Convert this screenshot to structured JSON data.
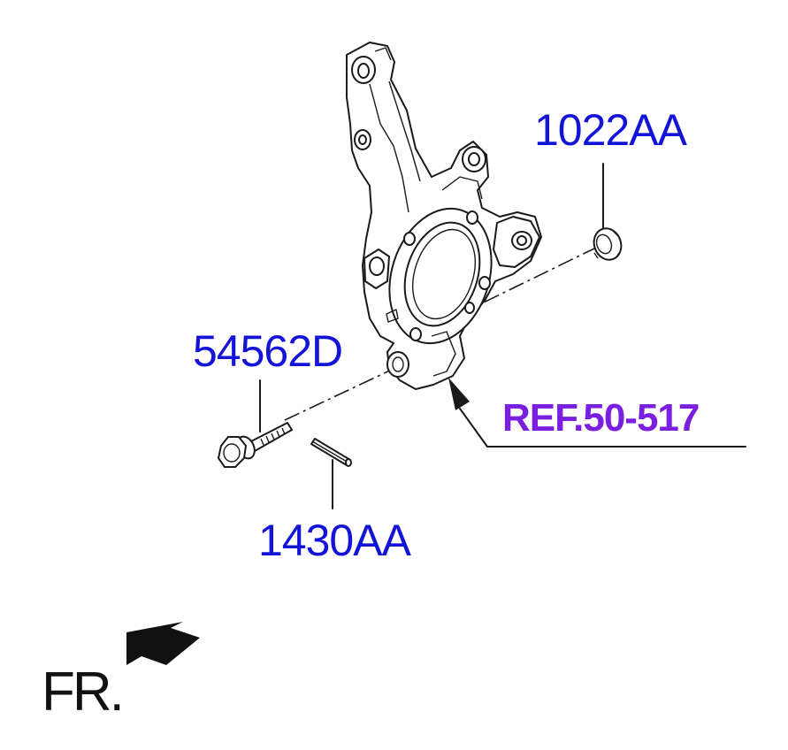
{
  "parts": {
    "p1022": {
      "code": "1022AA"
    },
    "p54562": {
      "code": "54562D"
    },
    "p1430": {
      "code": "1430AA"
    }
  },
  "reference": {
    "code": "REF.50-517"
  },
  "direction": {
    "label": "FR.",
    "icon": "arrow-front-left-icon"
  },
  "colors": {
    "part_label": "#1414d8",
    "ref_label": "#7a1ee0",
    "line": "#1a1a1a",
    "background": "#ffffff"
  }
}
